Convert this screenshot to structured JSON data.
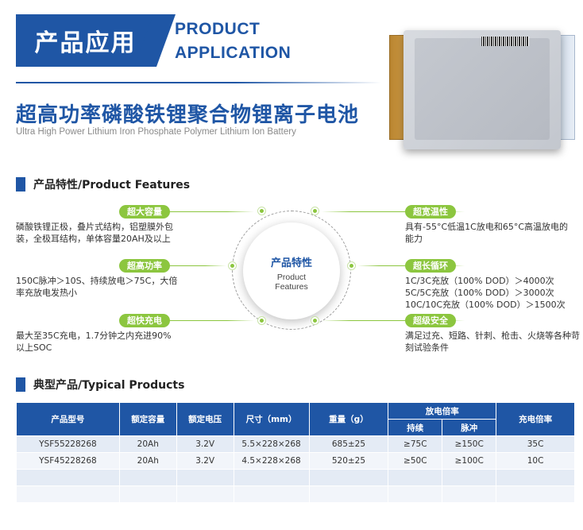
{
  "header": {
    "cn": "产品应用",
    "en_line1": "PRODUCT",
    "en_line2": "APPLICATION",
    "title_cn": "超高功率磷酸铁锂聚合物锂离子电池",
    "title_en": "Ultra High Power Lithium Iron Phosphate Polymer Lithium Ion Battery"
  },
  "features_section": {
    "title": "产品特性/Product Features",
    "center_cn": "产品特性",
    "center_en1": "Product",
    "center_en2": "Features",
    "items": [
      {
        "label": "超大容量",
        "text1": "磷酸铁锂正极，叠片式结构，铝塑膜外包",
        "text2": "装，全极耳结构，单体容量20AH及以上"
      },
      {
        "label": "超高功率",
        "text1": "150C脉冲＞10S、持续放电＞75C，大倍",
        "text2": "率充放电发热小"
      },
      {
        "label": "超快充电",
        "text1": "最大至35C充电，1.7分钟之内充进90%",
        "text2": "以上SOC"
      },
      {
        "label": "超宽温性",
        "text1": "具有-55°C低温1C放电和65°C高温放电的",
        "text2": "能力"
      },
      {
        "label": "超长循环",
        "text1": "1C/3C充放（100% DOD）＞4000次",
        "text2": "5C/5C充放（100% DOD）＞3000次",
        "text3": "10C/10C充放（100% DOD）＞1500次"
      },
      {
        "label": "超级安全",
        "text1": "满足过充、短路、针刺、枪击、火烧等各种苛",
        "text2": "刻试验条件"
      }
    ]
  },
  "products_section": {
    "title": "典型产品/Typical Products",
    "headers": {
      "model": "产品型号",
      "capacity": "额定容量",
      "voltage": "额定电压",
      "size": "尺寸（mm）",
      "weight": "重量（g）",
      "discharge": "放电倍率",
      "continuous": "持续",
      "pulse": "脉冲",
      "charge": "充电倍率"
    },
    "rows": [
      {
        "model": "YSF55228268",
        "capacity": "20Ah",
        "voltage": "3.2V",
        "size": "5.5×228×268",
        "weight": "685±25",
        "continuous": "≥75C",
        "pulse": "≥150C",
        "charge": "35C"
      },
      {
        "model": "YSF45228268",
        "capacity": "20Ah",
        "voltage": "3.2V",
        "size": "4.5×228×268",
        "weight": "520±25",
        "continuous": "≥50C",
        "pulse": "≥100C",
        "charge": "10C"
      }
    ]
  },
  "colors": {
    "brand_blue": "#1f56a5",
    "accent_green": "#8cc63f"
  }
}
